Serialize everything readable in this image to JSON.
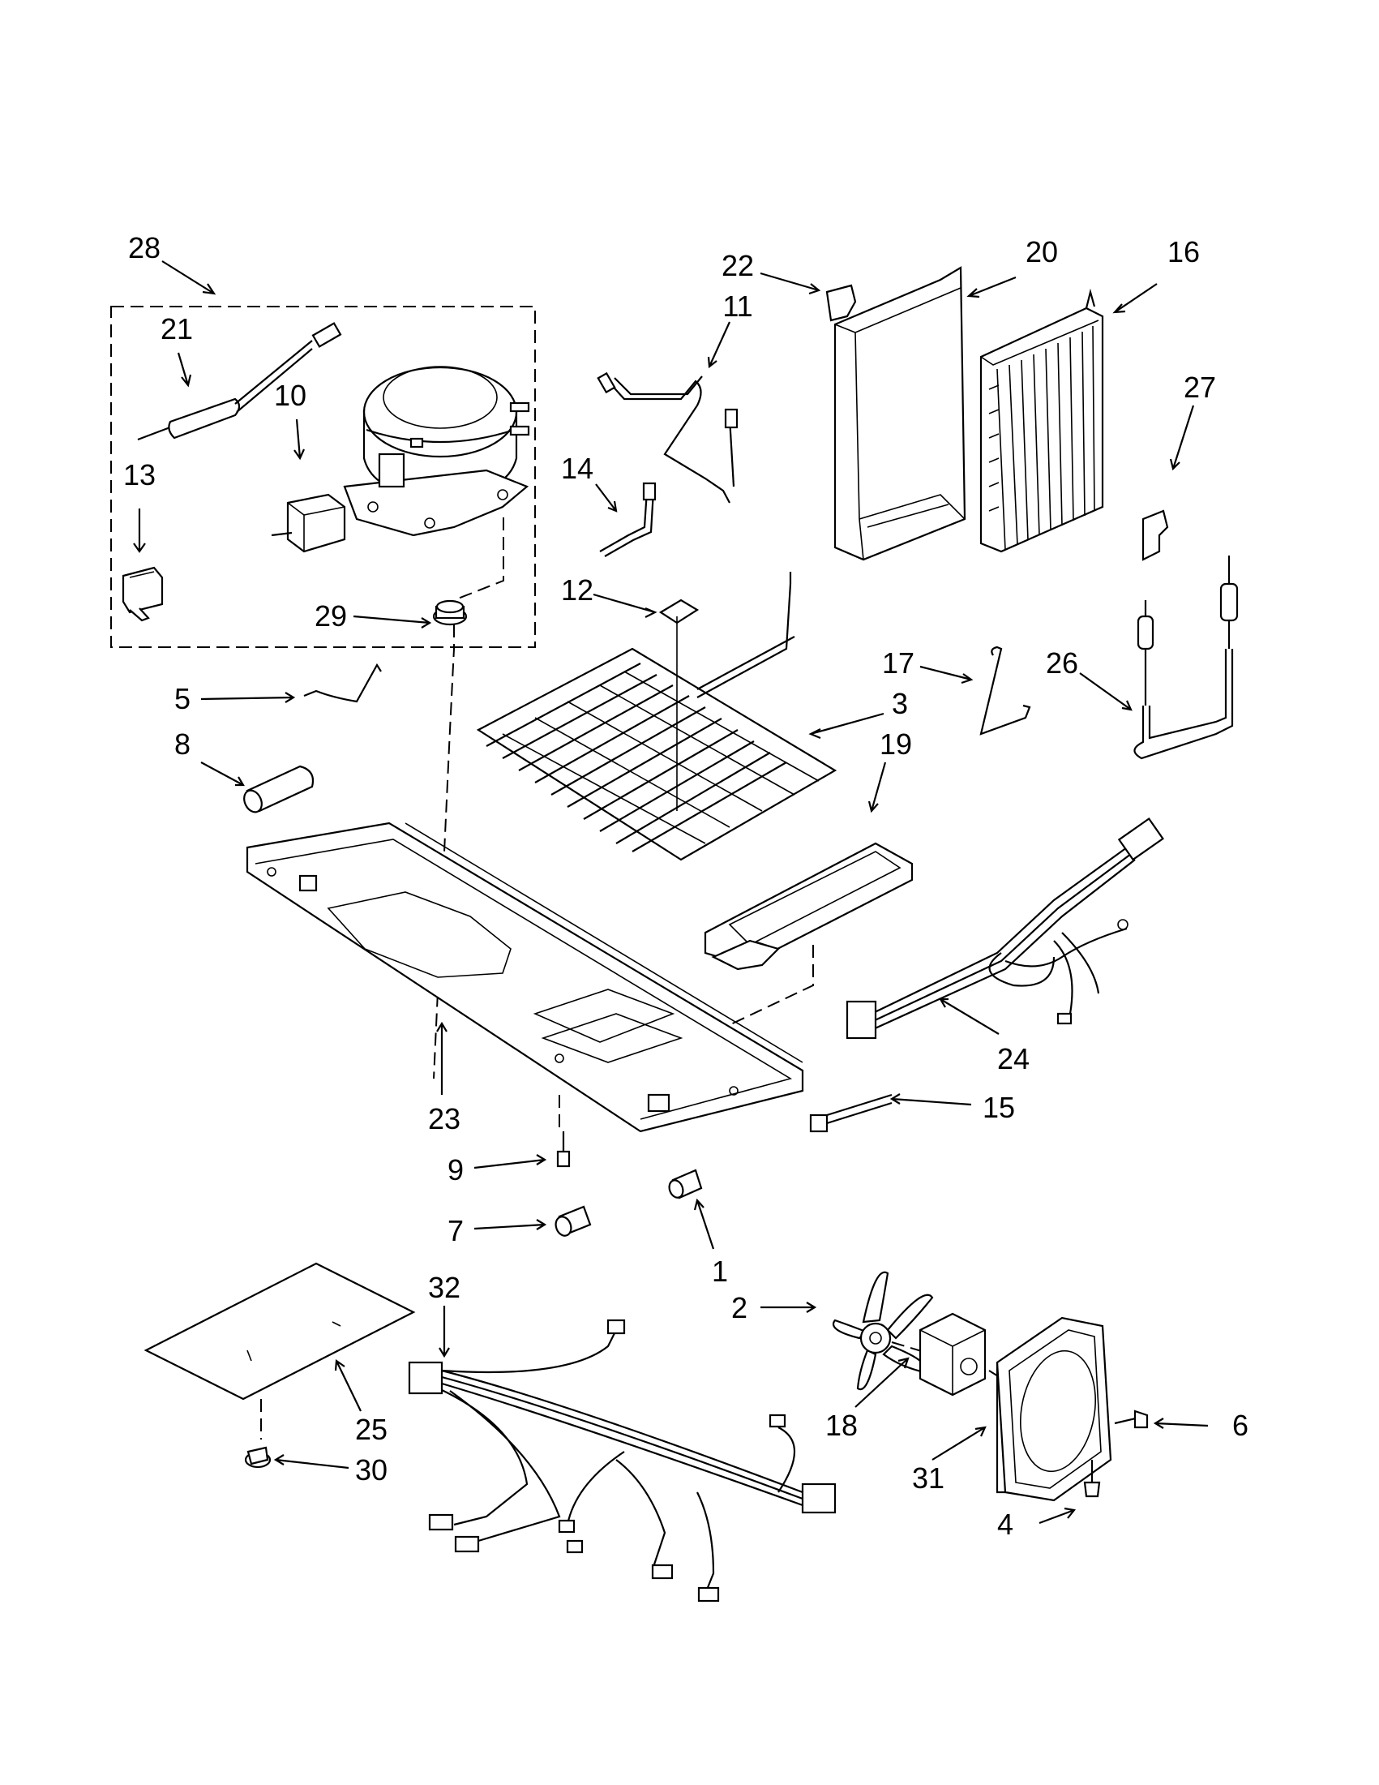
{
  "callouts": [
    {
      "id": "28",
      "text": "28"
    },
    {
      "id": "21",
      "text": "21"
    },
    {
      "id": "10",
      "text": "10"
    },
    {
      "id": "13",
      "text": "13"
    },
    {
      "id": "29",
      "text": "29"
    },
    {
      "id": "5",
      "text": "5"
    },
    {
      "id": "8",
      "text": "8"
    },
    {
      "id": "22",
      "text": "22"
    },
    {
      "id": "11",
      "text": "11"
    },
    {
      "id": "20",
      "text": "20"
    },
    {
      "id": "16",
      "text": "16"
    },
    {
      "id": "14",
      "text": "14"
    },
    {
      "id": "27",
      "text": "27"
    },
    {
      "id": "12",
      "text": "12"
    },
    {
      "id": "17",
      "text": "17"
    },
    {
      "id": "26",
      "text": "26"
    },
    {
      "id": "3",
      "text": "3"
    },
    {
      "id": "19",
      "text": "19"
    },
    {
      "id": "24",
      "text": "24"
    },
    {
      "id": "23",
      "text": "23"
    },
    {
      "id": "15",
      "text": "15"
    },
    {
      "id": "9",
      "text": "9"
    },
    {
      "id": "7",
      "text": "7"
    },
    {
      "id": "1",
      "text": "1"
    },
    {
      "id": "32",
      "text": "32"
    },
    {
      "id": "2",
      "text": "2"
    },
    {
      "id": "18",
      "text": "18"
    },
    {
      "id": "6",
      "text": "6"
    },
    {
      "id": "25",
      "text": "25"
    },
    {
      "id": "31",
      "text": "31"
    },
    {
      "id": "30",
      "text": "30"
    },
    {
      "id": "4",
      "text": "4"
    }
  ]
}
